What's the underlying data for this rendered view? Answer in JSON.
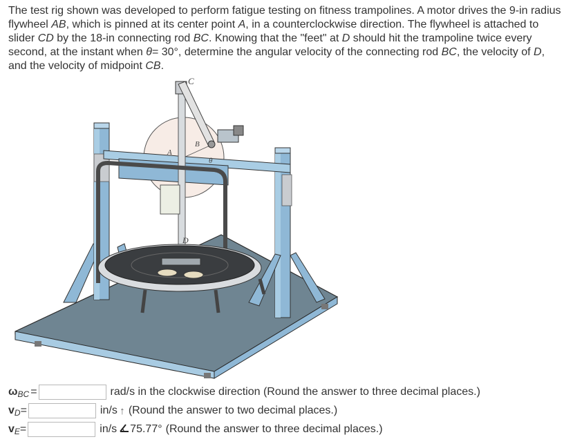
{
  "problem": {
    "segments": [
      {
        "t": "The test rig shown was developed to perform fatigue testing on fitness trampolines. A motor drives the 9-in radius flywheel "
      },
      {
        "t": "AB",
        "i": true
      },
      {
        "t": ", which is pinned at its center point "
      },
      {
        "t": "A",
        "i": true
      },
      {
        "t": ", in a counterclockwise direction. The flywheel is attached to slider "
      },
      {
        "t": "CD",
        "i": true
      },
      {
        "t": " by the 18-in connecting rod "
      },
      {
        "t": "BC",
        "i": true
      },
      {
        "t": ". Knowing that the \"feet\" at "
      },
      {
        "t": "D",
        "i": true
      },
      {
        "t": " should hit the trampoline twice every second, at the instant when "
      },
      {
        "t": "θ",
        "i": true
      },
      {
        "t": "= 30°, determine the angular velocity of the connecting rod "
      },
      {
        "t": "BC",
        "i": true
      },
      {
        "t": ",  the velocity of "
      },
      {
        "t": "D",
        "i": true
      },
      {
        "t": ", and the velocity of midpoint "
      },
      {
        "t": "CB",
        "i": true
      },
      {
        "t": "."
      }
    ]
  },
  "figure": {
    "labels": {
      "C": "C",
      "B": "B",
      "A": "A",
      "theta": "θ",
      "D": "D"
    },
    "colors": {
      "frame_blue": "#8fb8d6",
      "frame_dark": "#4e7895",
      "base": "#6f8592",
      "wheel": "#f7ece6",
      "trampoline": "#3a3d40"
    }
  },
  "answers": {
    "omega_bc": {
      "symbol": "ω",
      "subscript": "BC",
      "eq": " =",
      "value": "",
      "suffix": "rad/s in the clockwise direction (Round the answer to three decimal places.)"
    },
    "v_d": {
      "symbol": "v",
      "subscript": "D",
      "eq": "=",
      "value": "",
      "unit": "in/s",
      "direction_icon": "↑",
      "suffix": "(Round the answer to two decimal places.)"
    },
    "v_e": {
      "symbol": "v",
      "subscript": "E",
      "eq": "=",
      "value": "",
      "unit": "in/s",
      "angle_icon": "angle-icon",
      "angle": "75.77°",
      "suffix": "(Round the answer to three decimal places.)"
    }
  }
}
